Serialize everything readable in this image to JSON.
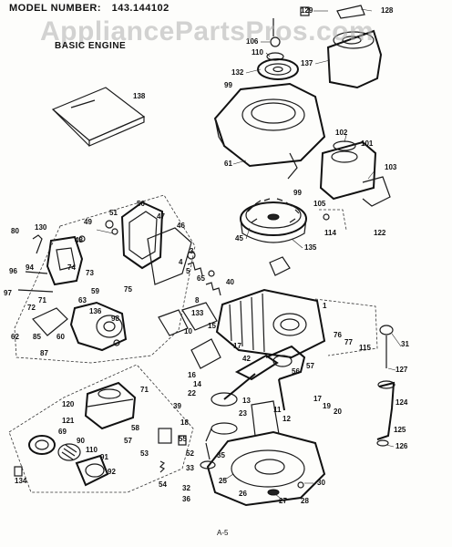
{
  "header": {
    "model_label": "MODEL NUMBER:",
    "model_number": "143.144102",
    "subtitle": "BASIC ENGINE"
  },
  "watermark": "AppliancePartsPros.com",
  "footer": "A-5",
  "colors": {
    "ink": "#111111",
    "paper": "#fdfdfb",
    "watermark": "#afafaf"
  },
  "callouts": [
    "129",
    "128",
    "106",
    "110",
    "137",
    "132",
    "99",
    "138",
    "61",
    "102",
    "101",
    "103",
    "99",
    "105",
    "114",
    "122",
    "45",
    "135",
    "50",
    "51",
    "47",
    "49",
    "48",
    "46",
    "130",
    "80",
    "74",
    "73",
    "96",
    "94",
    "97",
    "71",
    "72",
    "59",
    "75",
    "63",
    "136",
    "98",
    "62",
    "85",
    "60",
    "87",
    "3",
    "4",
    "5",
    "65",
    "40",
    "8",
    "133",
    "15",
    "10",
    "1",
    "76",
    "77",
    "115",
    "17",
    "42",
    "56",
    "57",
    "31",
    "127",
    "124",
    "16",
    "14",
    "22",
    "13",
    "23",
    "11",
    "12",
    "17",
    "19",
    "20",
    "125",
    "126",
    "120",
    "121",
    "71",
    "39",
    "58",
    "57",
    "18",
    "55",
    "53",
    "52",
    "33",
    "35",
    "54",
    "32",
    "36",
    "25",
    "26",
    "27",
    "28",
    "30",
    "69",
    "90",
    "110",
    "134",
    "91",
    "92"
  ]
}
